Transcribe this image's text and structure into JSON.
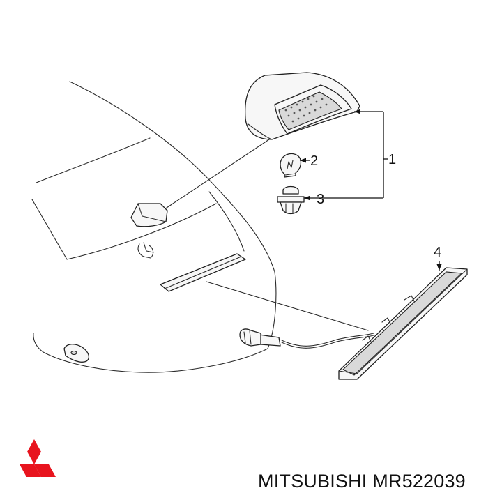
{
  "callouts": {
    "c1": "1",
    "c2": "2",
    "c3": "3",
    "c4": "4"
  },
  "brand": {
    "text": "MITSUBISHI MR522039",
    "logo_color": "#e8141e",
    "logo_icon": "three-diamonds-logo-icon"
  }
}
